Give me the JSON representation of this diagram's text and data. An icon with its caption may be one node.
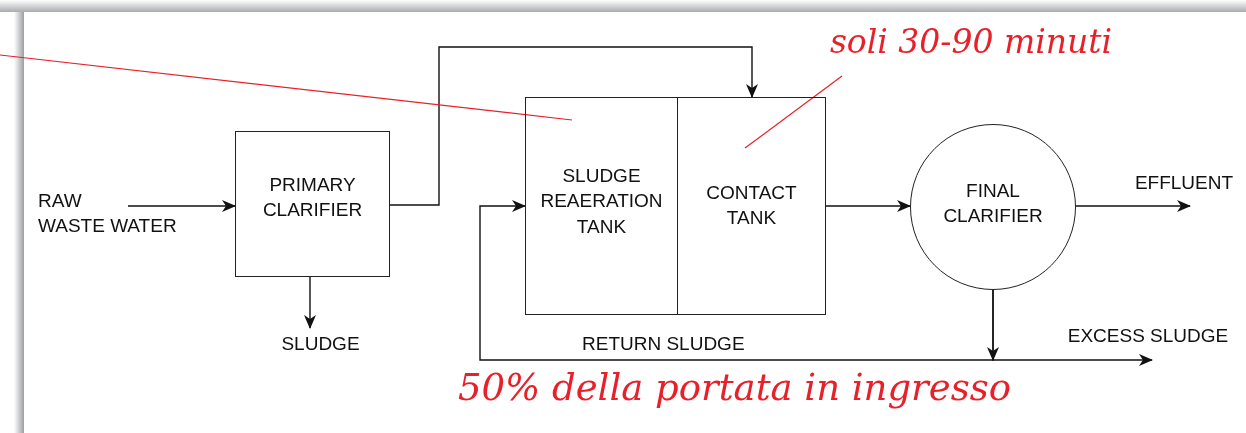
{
  "diagram": {
    "nodes": [
      {
        "text": [
          "RAW WASTE WATER"
        ]
      },
      {
        "text": [
          "PRIMARY CLARIFIER"
        ]
      },
      {
        "text": [],
        "shape": "box"
      },
      {
        "text": [
          "SLUDGE REAERATION TANK"
        ],
        "in": 2
      },
      {
        "text": [
          "CONTACT TANK"
        ],
        "in": 2
      },
      {
        "text": [
          "FINAL CLARIFIER"
        ]
      },
      {
        "text": [
          "SLUDGE"
        ]
      },
      {
        "text": [
          "EFFLUENT"
        ]
      },
      {
        "text": [
          "EXCESS SLUDGE"
        ]
      },
      {
        "text": [
          "soli 30-90 minuti"
        ]
      }
    ],
    "edges": [
      {
        "from": 0,
        "to": 1,
        "arrow": "to"
      },
      {
        "from": 1,
        "to": 6,
        "arrow": "to"
      },
      {
        "from": 1,
        "to": 4,
        "arrow": "to"
      },
      {
        "from": 4,
        "to": 5,
        "arrow": "to"
      },
      {
        "from": 5,
        "to": 7,
        "arrow": "to"
      },
      {
        "from": 5,
        "to": 8,
        "arrow": "to"
      },
      {
        "from": 5,
        "to": 3,
        "arrow": "to",
        "label": "RETURN SLUDGE"
      },
      {
        "from": 9,
        "to": 4,
        "arrow": "none",
        "color": "#e8202a"
      },
      {
        "from": null,
        "to": 3,
        "arrow": "none",
        "color": "#e8202a"
      }
    ],
    "labels": [
      "50% della portata in ingresso"
    ]
  }
}
